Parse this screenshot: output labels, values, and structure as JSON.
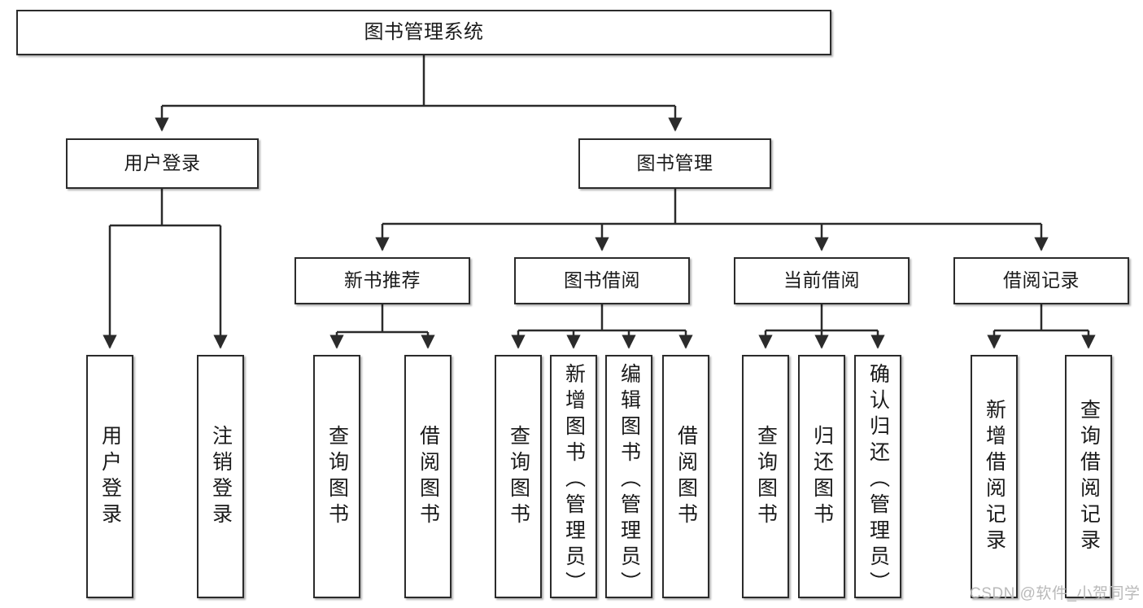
{
  "diagram": {
    "type": "tree",
    "title": "图书管理系统",
    "colors": {
      "box_border": "#2b2b2b",
      "box_fill": "#ffffff",
      "text": "#1a1a1a",
      "edge": "#2b2b2b",
      "watermark": "#b9b9b9"
    },
    "root": {
      "label": "图书管理系统"
    },
    "level2": [
      {
        "label": "用户登录"
      },
      {
        "label": "图书管理"
      }
    ],
    "level3": [
      {
        "label": "新书推荐"
      },
      {
        "label": "图书借阅"
      },
      {
        "label": "当前借阅"
      },
      {
        "label": "借阅记录"
      }
    ],
    "leaves": {
      "user_login": [
        {
          "label": "用户登录"
        },
        {
          "label": "注销登录"
        }
      ],
      "new_book_recommend": [
        {
          "label": "查询图书"
        },
        {
          "label": "借阅图书"
        }
      ],
      "book_borrow": [
        {
          "label": "查询图书"
        },
        {
          "label": "新增图书（管理员）"
        },
        {
          "label": "编辑图书（管理员）"
        },
        {
          "label": "借阅图书"
        }
      ],
      "current_borrow": [
        {
          "label": "查询图书"
        },
        {
          "label": "归还图书"
        },
        {
          "label": "确认归还（管理员）"
        }
      ],
      "borrow_record": [
        {
          "label": "新增借阅记录"
        },
        {
          "label": "查询借阅记录"
        }
      ]
    }
  },
  "watermark": {
    "text": "CSDN @软件_小贺同学"
  }
}
